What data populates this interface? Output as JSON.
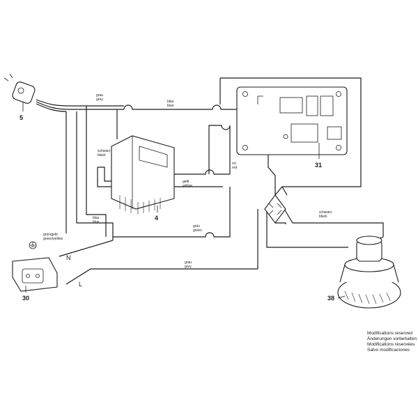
{
  "parts": {
    "plug": "5",
    "switch": "4",
    "board": "31",
    "socket": "30",
    "motor": "38"
  },
  "wire_labels": {
    "grey_de": "grau",
    "grey_en": "grey",
    "blue_de": "blau",
    "blue_en": "blue",
    "black_de": "schwarz",
    "black_en": "black",
    "blue2_de": "blau",
    "blue2_en": "blue",
    "yellow_de": "gelb",
    "yellow_en": "yellow",
    "red_de": "rot",
    "red_en": "red",
    "green_de": "grün",
    "green_en": "green",
    "gy_de": "grün/gelb",
    "gy_en": "green/yellow",
    "grey2_de": "grau",
    "grey2_en": "grey",
    "black2_de": "schwarz",
    "black2_en": "black"
  },
  "terminals": {
    "n": "N",
    "l": "L"
  },
  "notes": [
    "Modifications reserved",
    "Änderungen vorbehalten",
    "Modifications réservées",
    "Salvo modificaciones"
  ]
}
